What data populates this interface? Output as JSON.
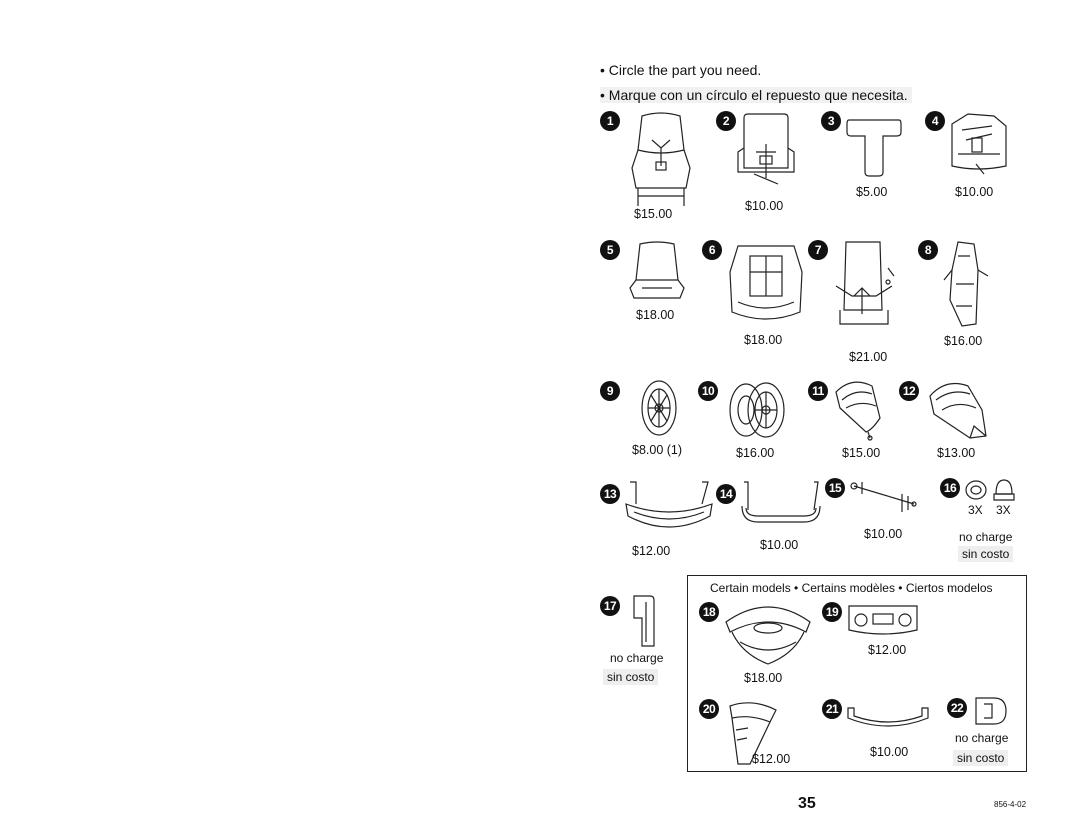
{
  "instructions": {
    "line1": "• Circle the part you need.",
    "line2": "• Marque con un círculo el repuesto que necesita."
  },
  "parts": [
    {
      "number": "1",
      "price": "$15.00"
    },
    {
      "number": "2",
      "price": "$10.00"
    },
    {
      "number": "3",
      "price": "$5.00"
    },
    {
      "number": "4",
      "price": "$10.00"
    },
    {
      "number": "5",
      "price": "$18.00"
    },
    {
      "number": "6",
      "price": "$18.00"
    },
    {
      "number": "7",
      "price": "$21.00"
    },
    {
      "number": "8",
      "price": "$16.00"
    },
    {
      "number": "9",
      "price": "$8.00 (1)"
    },
    {
      "number": "10",
      "price": "$16.00"
    },
    {
      "number": "11",
      "price": "$15.00"
    },
    {
      "number": "12",
      "price": "$13.00"
    },
    {
      "number": "13",
      "price": "$12.00"
    },
    {
      "number": "14",
      "price": "$10.00"
    },
    {
      "number": "15",
      "price": "$10.00"
    },
    {
      "number": "16",
      "qty_a": "3X",
      "qty_b": "3X",
      "note_en": "no charge",
      "note_es": "sin costo"
    },
    {
      "number": "17",
      "note_en": "no charge",
      "note_es": "sin costo"
    },
    {
      "number": "18",
      "price": "$18.00"
    },
    {
      "number": "19",
      "price": "$12.00"
    },
    {
      "number": "20",
      "price": "$12.00"
    },
    {
      "number": "21",
      "price": "$10.00"
    },
    {
      "number": "22",
      "note_en": "no charge",
      "note_es": "sin costo"
    }
  ],
  "certain_models": "Certain models • Certains modèles • Ciertos modelos",
  "page_number": "35",
  "doc_code": "856-4-02"
}
